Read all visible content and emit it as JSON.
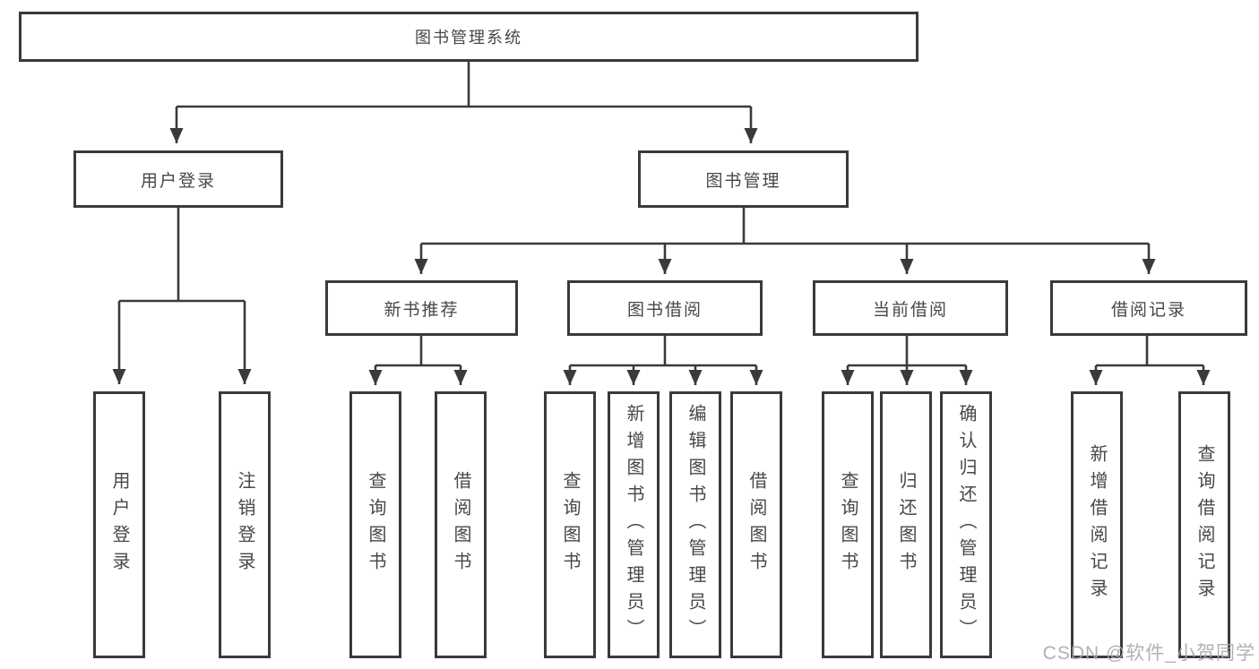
{
  "tree": {
    "label": "图书管理系统",
    "children": [
      {
        "label": "用户登录",
        "children": [
          {
            "label": "用户登录"
          },
          {
            "label": "注销登录"
          }
        ]
      },
      {
        "label": "图书管理",
        "children": [
          {
            "label": "新书推荐",
            "children": [
              {
                "label": "查询图书"
              },
              {
                "label": "借阅图书"
              }
            ]
          },
          {
            "label": "图书借阅",
            "children": [
              {
                "label": "查询图书"
              },
              {
                "label": "新增图书（管理员）"
              },
              {
                "label": "编辑图书（管理员）"
              },
              {
                "label": "借阅图书"
              }
            ]
          },
          {
            "label": "当前借阅",
            "children": [
              {
                "label": "查询图书"
              },
              {
                "label": "归还图书"
              },
              {
                "label": "确认归还（管理员）"
              }
            ]
          },
          {
            "label": "借阅记录",
            "children": [
              {
                "label": "新增借阅记录"
              },
              {
                "label": "查询借阅记录"
              }
            ]
          }
        ]
      }
    ]
  },
  "watermark": "CSDN @软件_小贺同学",
  "colors": {
    "line": "#3a3a3a",
    "text": "#474747",
    "watermark": "#a9a9a9",
    "background": "#ffffff"
  }
}
